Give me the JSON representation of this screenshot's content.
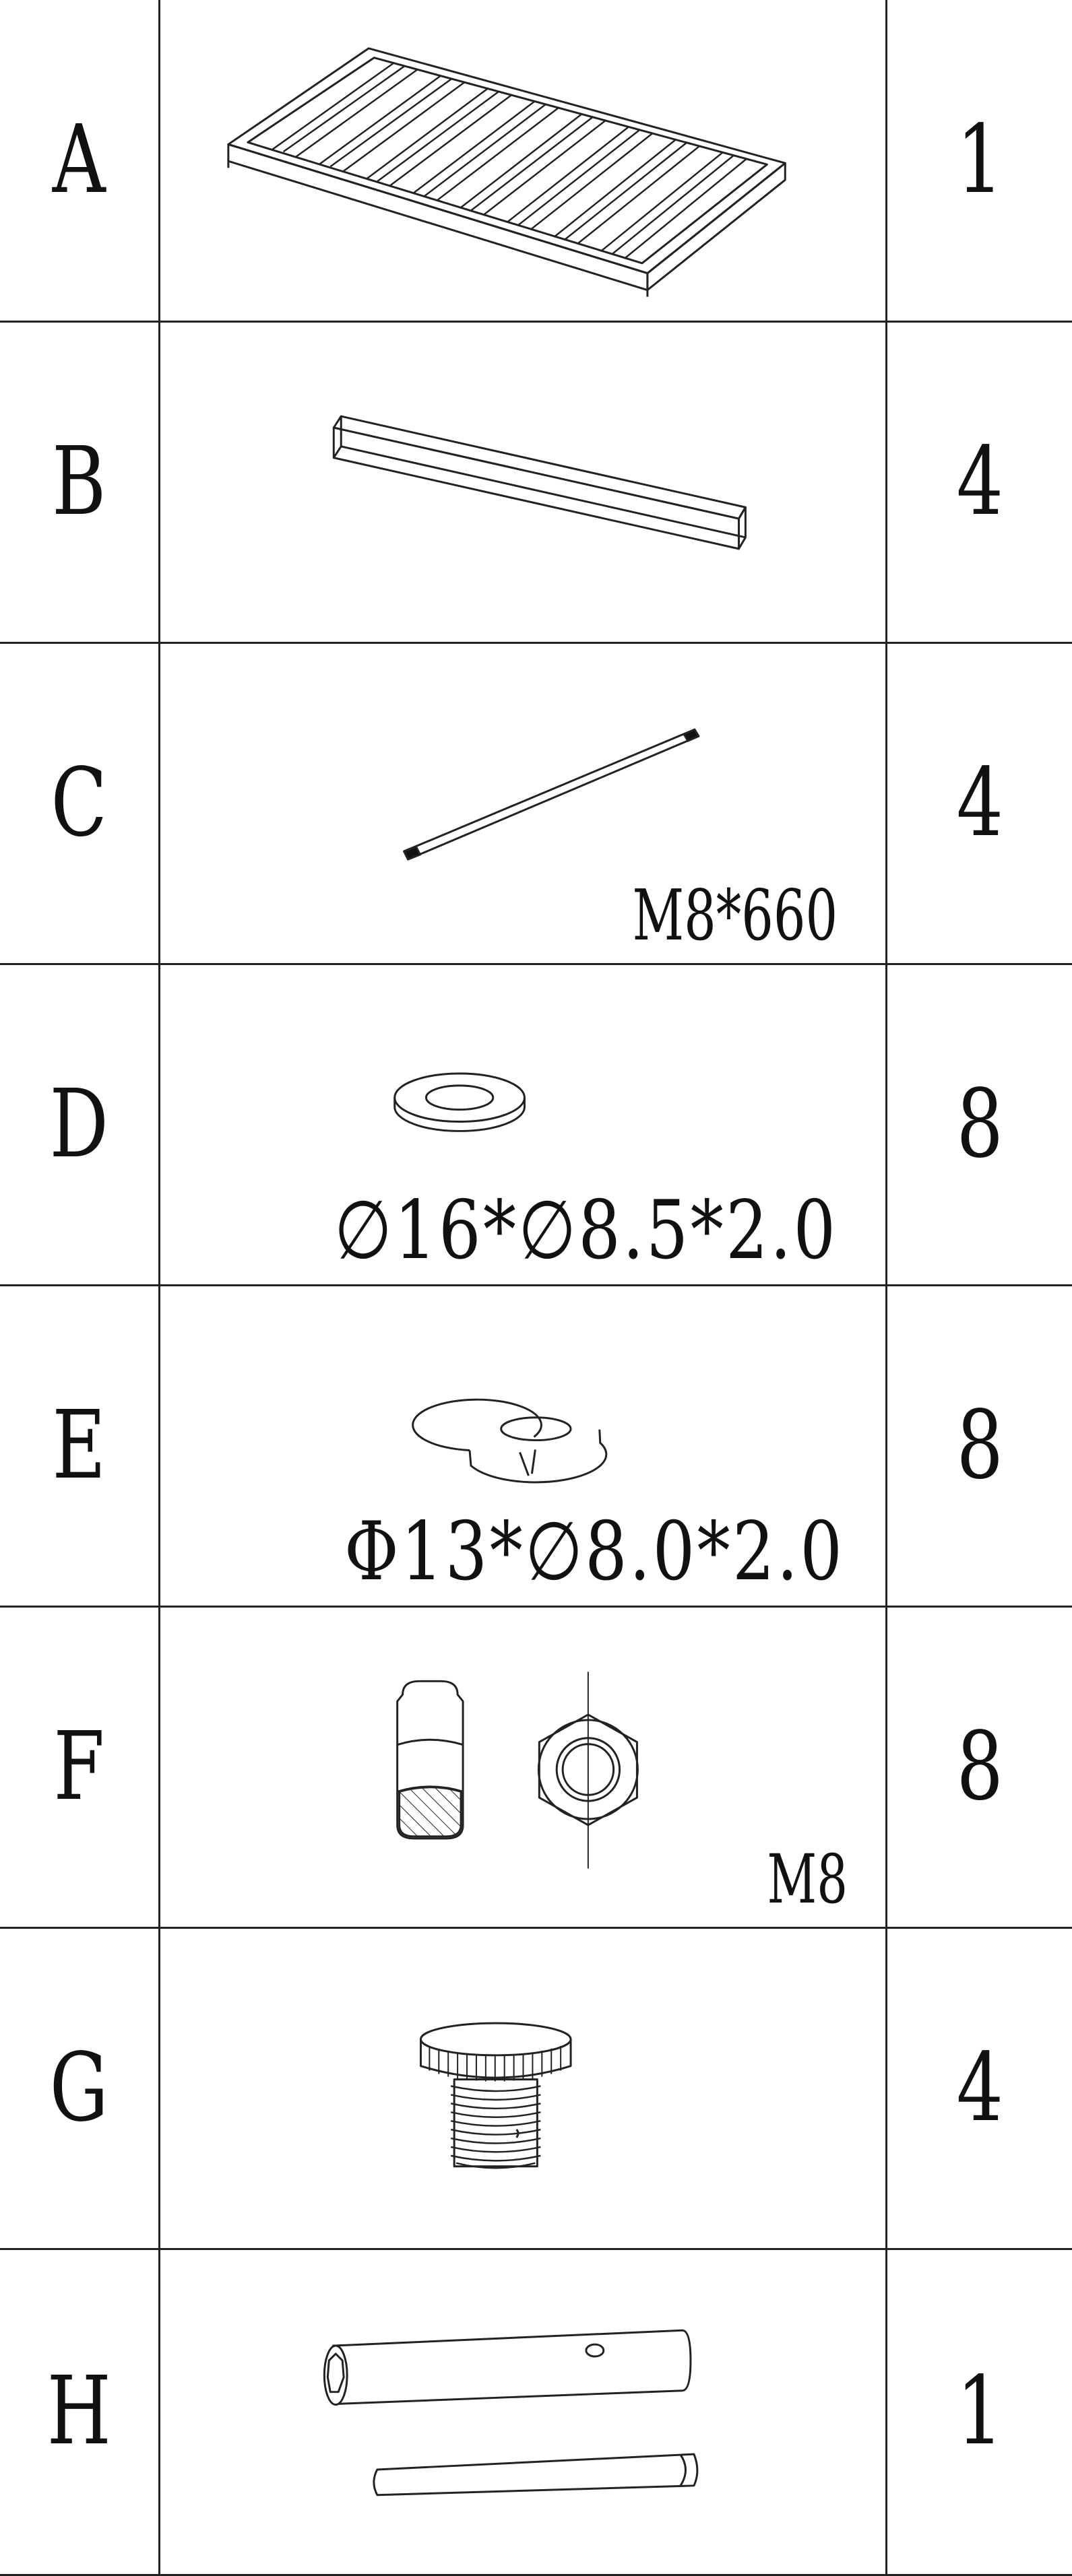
{
  "parts": [
    {
      "letter": "A",
      "quantity": "1",
      "item": "shelf-panel",
      "spec": ""
    },
    {
      "letter": "B",
      "quantity": "4",
      "item": "support-rail",
      "spec": ""
    },
    {
      "letter": "C",
      "quantity": "4",
      "item": "threaded-rod",
      "spec": "M8*660"
    },
    {
      "letter": "D",
      "quantity": "8",
      "item": "flat-washer",
      "spec": "∅16*∅8.5*2.0"
    },
    {
      "letter": "E",
      "quantity": "8",
      "item": "spring-washer",
      "spec": "Φ13*∅8.0*2.0"
    },
    {
      "letter": "F",
      "quantity": "8",
      "item": "hex-nut",
      "spec": "M8"
    },
    {
      "letter": "G",
      "quantity": "4",
      "item": "leveling-foot",
      "spec": ""
    },
    {
      "letter": "H",
      "quantity": "1",
      "item": "box-wrench",
      "spec": ""
    }
  ]
}
